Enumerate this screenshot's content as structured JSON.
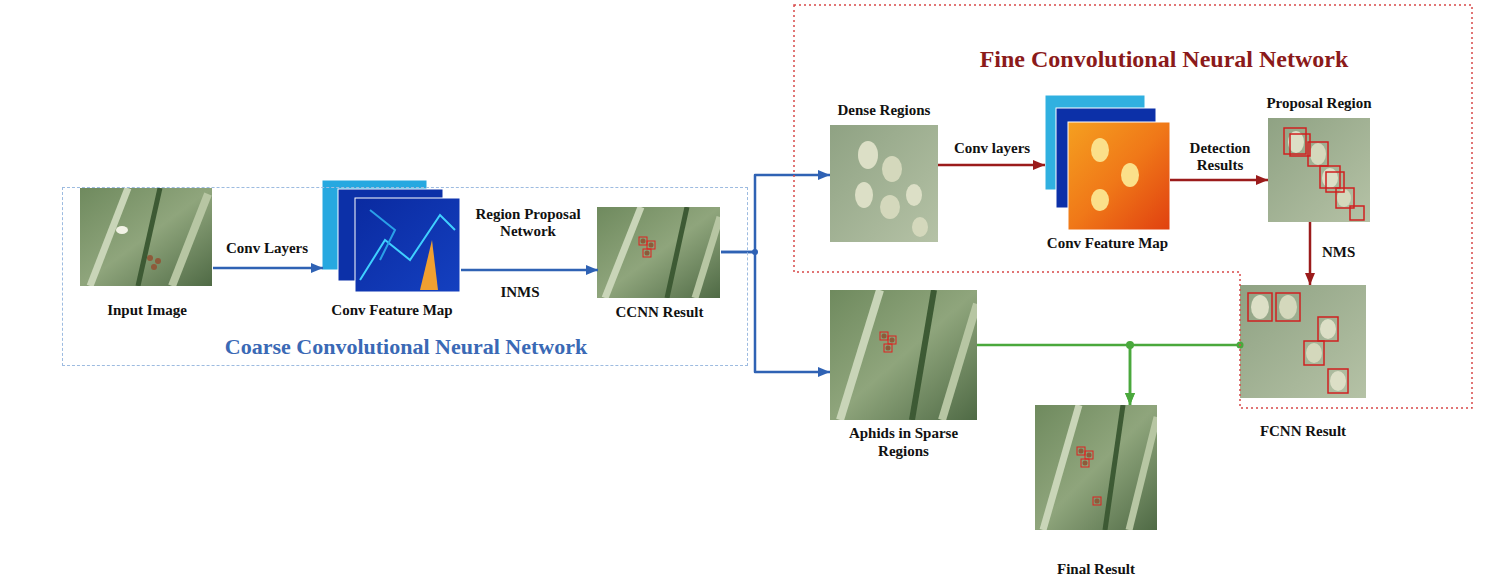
{
  "diagram": {
    "nodes": [
      {
        "text": [
          "Coarse Convolutional Neural Network"
        ]
      },
      {
        "text": [
          "Input Image"
        ],
        "in": 0
      },
      {
        "text": [
          "Conv Feature Map"
        ],
        "in": 0
      },
      {
        "text": [
          "CCNN Result"
        ],
        "in": 0
      },
      {
        "text": [
          "Fine Convolutional Neural Network"
        ]
      },
      {
        "text": [
          "Dense Regions"
        ],
        "in": 4
      },
      {
        "text": [
          "Conv Feature Map"
        ],
        "in": 4
      },
      {
        "text": [
          "Proposal Region"
        ],
        "in": 4
      },
      {
        "text": [
          "FCNN Result"
        ],
        "in": 4
      },
      {
        "text": [
          "Aphids in Sparse Regions"
        ]
      },
      {
        "text": [
          "Final Result"
        ]
      }
    ],
    "edges": [
      {
        "from": 1,
        "to": 2,
        "arrow": "to",
        "label": "Conv Layers"
      },
      {
        "from": 2,
        "to": 3,
        "arrow": "to",
        "label": "Region Proposal Network"
      },
      {
        "from": 3,
        "to": 5,
        "arrow": "to"
      },
      {
        "from": 3,
        "to": 9,
        "arrow": "to"
      },
      {
        "from": 5,
        "to": 6,
        "arrow": "to",
        "label": "Conv layers"
      },
      {
        "from": 6,
        "to": 7,
        "arrow": "to",
        "label": "Detection Results"
      },
      {
        "from": 7,
        "to": 8,
        "arrow": "to",
        "label": "NMS"
      },
      {
        "from": 9,
        "to": 10,
        "arrow": "to"
      },
      {
        "from": 8,
        "to": 10,
        "arrow": "to"
      }
    ],
    "labels": [
      "INMS"
    ]
  }
}
